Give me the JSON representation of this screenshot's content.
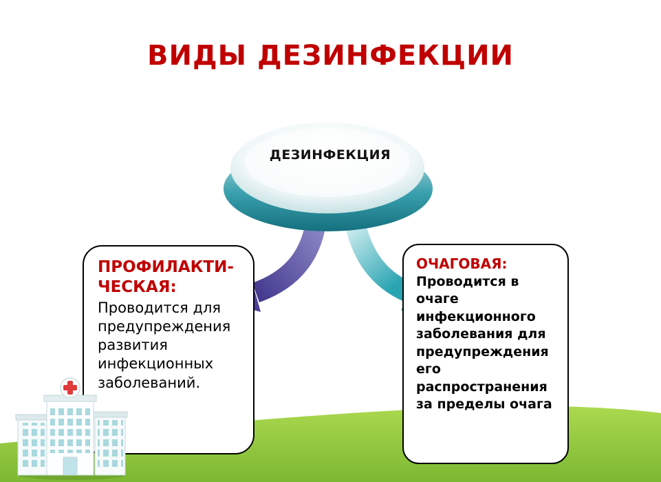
{
  "slide": {
    "title": "ВИДЫ ДЕЗИНФЕКЦИИ",
    "center": {
      "label": "ДЕЗИНФЕКЦИЯ"
    },
    "left_box": {
      "heading": "ПРОФИЛАКТИ-ЧЕСКАЯ:",
      "body": "Проводится для предупреждения развития инфекционных заболеваний."
    },
    "right_box": {
      "heading": "ОЧАГОВАЯ:",
      "body": "Проводится в очаге инфекционного заболевания для предупреждения его распространения за пределы очага"
    },
    "icons": {
      "hospital": "hospital-building-icon",
      "left_arrow": "curved-arrow-down-left-icon",
      "right_arrow": "curved-arrow-down-right-icon"
    },
    "colors": {
      "title_red": "#C00000",
      "heading_red": "#C00000",
      "box_border": "#000000",
      "arrow_purple": "#4a3f99",
      "arrow_teal": "#2aa4b2",
      "hill_green": "#8CC63F",
      "disc_rim_teal": "#2e98a6",
      "cross_red": "#e03a3a"
    }
  }
}
